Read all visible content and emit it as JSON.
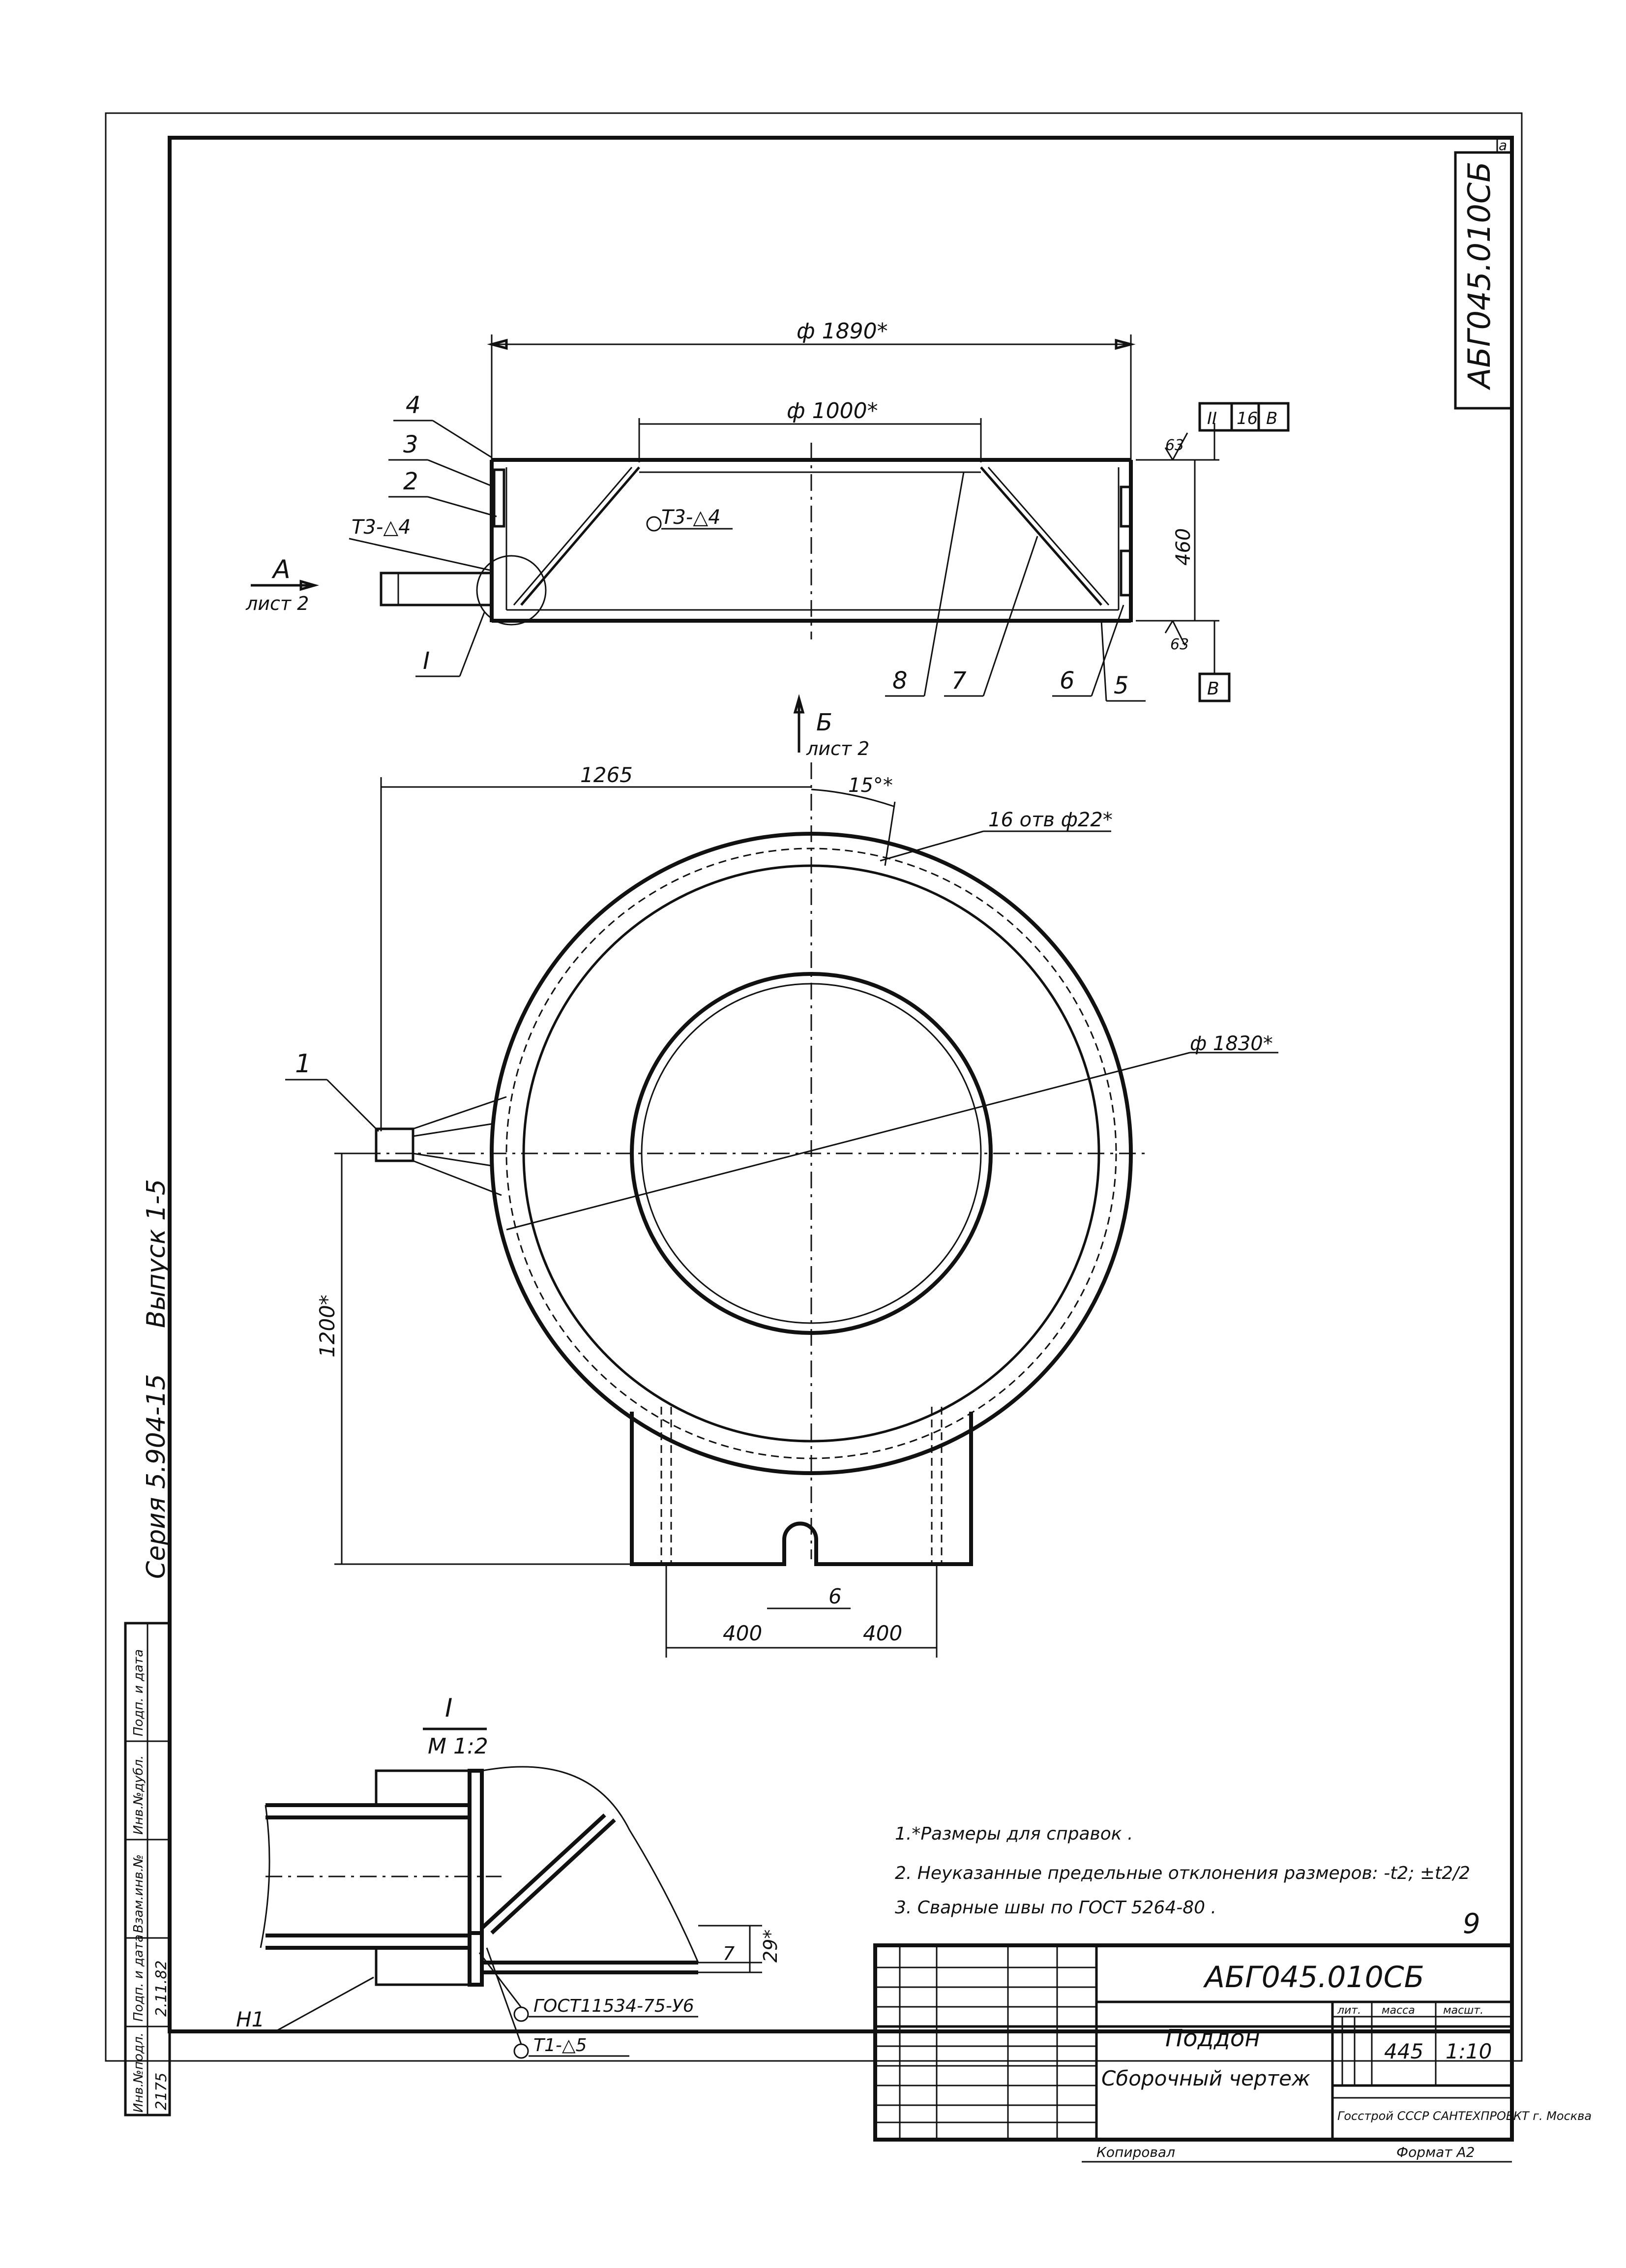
{
  "stamp_code_top": "АБГ045.010СБ",
  "sheet_corner": "а",
  "side_text": {
    "series": "Серия 5.904-15",
    "issue": "Выпуск 1-5"
  },
  "top_view": {
    "dim_outer": "ф 1890*",
    "dim_inner": "ф 1000*",
    "dim_height": "460",
    "roughness_top": "63",
    "roughness_bottom": "63",
    "datum_box": [
      "II",
      "16",
      "В"
    ],
    "datum_ref": "В",
    "weld_left": "Т3-△4",
    "weld_center": "Т3-△4",
    "view_a_label": "А",
    "view_a_sheet": "лист 2",
    "detail_ref": "I",
    "callouts": [
      "4",
      "3",
      "2",
      "8",
      "7",
      "6",
      "5"
    ]
  },
  "plan_view": {
    "section_b_label": "Б",
    "section_b_sheet": "лист 2",
    "dim_1265": "1265",
    "dim_angle": "15°*",
    "dim_holes": "16 отв ф22*",
    "dim_1830": "ф 1830*",
    "dim_1200": "1200*",
    "dim_6": "6",
    "dim_400_left": "400",
    "dim_400_right": "400",
    "callout_1": "1"
  },
  "detail": {
    "title": "I",
    "scale": "М 1:2",
    "dim_7": "7",
    "dim_29": "29*",
    "label_h1": "Н1",
    "gost": "ГОСТ11534-75-У6",
    "weld": "Т1-△5"
  },
  "notes": [
    "1.*Размеры для справок .",
    "2. Неуказанные предельные отклонения размеров: -t2; ±t2/2",
    "3. Сварные швы по ГОСТ 5264-80 ."
  ],
  "page_number": "9",
  "title_block": {
    "code": "АБГ045.010СБ",
    "name": "Поддон",
    "doc_type": "Сборочный чертеж",
    "mass": "445",
    "scale": "1:10",
    "org": "Госстрой СССР САНТЕХПРОЕКТ г. Москва",
    "label_lit": "лит.",
    "label_mass": "масса",
    "label_scale": "масшт.",
    "bottom_left": "Копировал",
    "bottom_right": "Формат А2"
  },
  "left_stamp": {
    "col_labels": [
      "Инв.№подл.",
      "Подп. и дата",
      "Взам.инв.№",
      "Инв.№дубл.",
      "Подп. и дата"
    ],
    "inv_no": "2175",
    "date": "2.11.82"
  }
}
